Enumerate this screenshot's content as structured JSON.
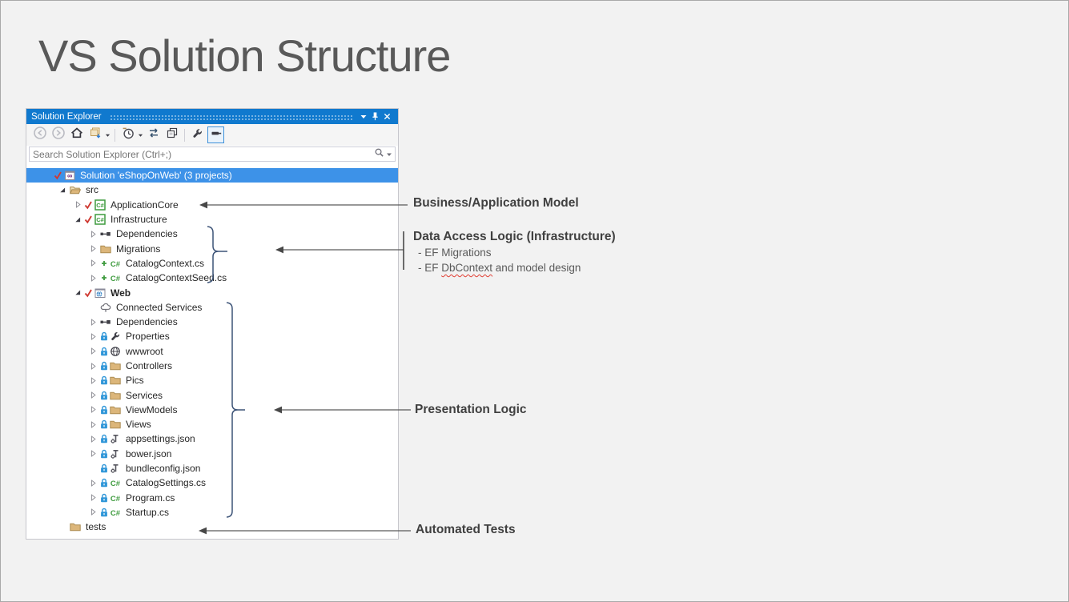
{
  "slide": {
    "title": "VS Solution Structure"
  },
  "solution_explorer": {
    "title": "Solution Explorer",
    "titlebar_icons": [
      "chevron-down",
      "pin",
      "close"
    ],
    "toolbar": [
      {
        "name": "back"
      },
      {
        "name": "forward"
      },
      {
        "name": "home"
      },
      {
        "name": "collapse-all",
        "caret": true
      },
      {
        "sep": true
      },
      {
        "name": "pending-changes-filter",
        "caret": true
      },
      {
        "name": "sync-with-active-document"
      },
      {
        "name": "show-all-files"
      },
      {
        "sep": true
      },
      {
        "name": "properties"
      },
      {
        "name": "preview-selected-items",
        "selected": true
      }
    ],
    "search": {
      "placeholder": "Search Solution Explorer (Ctrl+;)"
    },
    "tree": [
      {
        "label": "Solution 'eShopOnWeb' (3 projects)",
        "level": 0,
        "expander": null,
        "badge": "check",
        "icon": "solution",
        "selected": true
      },
      {
        "label": "src",
        "level": 1,
        "expander": "open",
        "badge": null,
        "icon": "folder-open"
      },
      {
        "label": "ApplicationCore",
        "level": 2,
        "expander": "closed",
        "badge": "check",
        "icon": "csharp-project"
      },
      {
        "label": "Infrastructure",
        "level": 2,
        "expander": "open",
        "badge": "check",
        "icon": "csharp-project"
      },
      {
        "label": "Dependencies",
        "level": 3,
        "expander": "closed",
        "badge": null,
        "icon": "dependencies"
      },
      {
        "label": "Migrations",
        "level": 3,
        "expander": "closed",
        "badge": null,
        "icon": "folder"
      },
      {
        "label": "CatalogContext.cs",
        "level": 3,
        "expander": "closed",
        "badge": "plus",
        "icon": "csharp-file"
      },
      {
        "label": "CatalogContextSeed.cs",
        "level": 3,
        "expander": "closed",
        "badge": "plus",
        "icon": "csharp-file"
      },
      {
        "label": "Web",
        "level": 2,
        "expander": "open",
        "badge": "check",
        "icon": "web-project",
        "bold": true
      },
      {
        "label": "Connected Services",
        "level": 3,
        "expander": null,
        "badge": null,
        "icon": "cloud"
      },
      {
        "label": "Dependencies",
        "level": 3,
        "expander": "closed",
        "badge": null,
        "icon": "dependencies"
      },
      {
        "label": "Properties",
        "level": 3,
        "expander": "closed",
        "badge": "lock",
        "icon": "wrench"
      },
      {
        "label": "wwwroot",
        "level": 3,
        "expander": "closed",
        "badge": "lock",
        "icon": "globe"
      },
      {
        "label": "Controllers",
        "level": 3,
        "expander": "closed",
        "badge": "lock",
        "icon": "folder"
      },
      {
        "label": "Pics",
        "level": 3,
        "expander": "closed",
        "badge": "lock",
        "icon": "folder"
      },
      {
        "label": "Services",
        "level": 3,
        "expander": "closed",
        "badge": "lock",
        "icon": "folder"
      },
      {
        "label": "ViewModels",
        "level": 3,
        "expander": "closed",
        "badge": "lock",
        "icon": "folder"
      },
      {
        "label": "Views",
        "level": 3,
        "expander": "closed",
        "badge": "lock",
        "icon": "folder"
      },
      {
        "label": "appsettings.json",
        "level": 3,
        "expander": "closed",
        "badge": "lock",
        "icon": "json"
      },
      {
        "label": "bower.json",
        "level": 3,
        "expander": "closed",
        "badge": "lock",
        "icon": "json"
      },
      {
        "label": "bundleconfig.json",
        "level": 3,
        "expander": null,
        "badge": "lock",
        "icon": "json"
      },
      {
        "label": "CatalogSettings.cs",
        "level": 3,
        "expander": "closed",
        "badge": "lock",
        "icon": "csharp-file"
      },
      {
        "label": "Program.cs",
        "level": 3,
        "expander": "closed",
        "badge": "lock",
        "icon": "csharp-file"
      },
      {
        "label": "Startup.cs",
        "level": 3,
        "expander": "closed",
        "badge": "lock",
        "icon": "csharp-file"
      },
      {
        "label": "tests",
        "level": 1,
        "expander": null,
        "badge": null,
        "icon": "folder"
      }
    ]
  },
  "annotations": [
    {
      "id": "business",
      "title": "Business/Application Model",
      "items": []
    },
    {
      "id": "data-access",
      "title": "Data Access Logic (Infrastructure)",
      "items": [
        {
          "text": "- EF Migrations"
        },
        {
          "text_before": "- EF ",
          "squiggle": "DbContext",
          "text_after": " and model design"
        }
      ]
    },
    {
      "id": "presentation",
      "title": "Presentation Logic",
      "items": []
    },
    {
      "id": "tests",
      "title": "Automated Tests",
      "items": []
    }
  ],
  "colors": {
    "titlebar_blue": "#1079ce",
    "selection_blue": "#3d92e8",
    "lock_blue": "#2f96d8",
    "folder_tan": "#dcb67a",
    "csharp_green": "#3e9b3e",
    "check_red": "#cf3a32",
    "vs_purple": "#68217a",
    "brace_navy": "#3c5377",
    "arrow_gray": "#5a5a5a",
    "slide_title_gray": "#595959"
  }
}
